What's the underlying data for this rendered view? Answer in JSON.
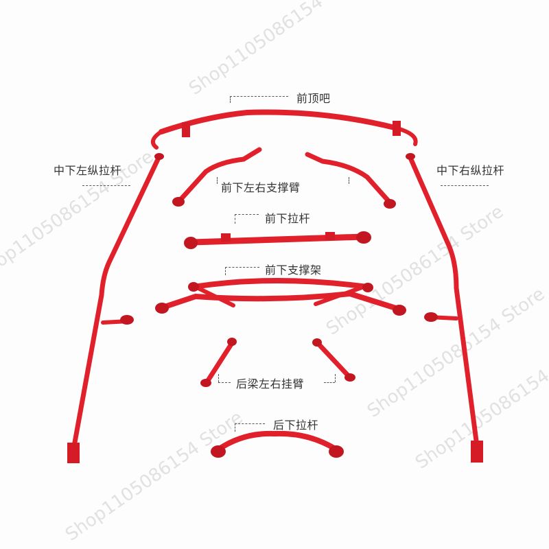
{
  "labels": {
    "front_top_bar": "前顶吧",
    "mid_lower_left_longitudinal": "中下左纵拉杆",
    "mid_lower_right_longitudinal": "中下右纵拉杆",
    "front_lower_lr_arms": "前下左右支撑臂",
    "front_lower_bar": "前下拉杆",
    "front_lower_brace": "前下支撑架",
    "rear_beam_lr_arms": "后梁左右挂臂",
    "rear_lower_bar": "后下拉杆"
  },
  "watermark": "Shop1105086154 Store",
  "colors": {
    "part_red": "#e0202a",
    "part_dark": "#a8121b",
    "background": "#fdfdfd"
  }
}
